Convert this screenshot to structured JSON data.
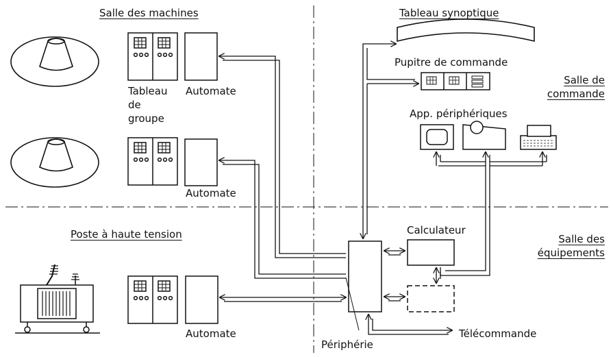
{
  "sections": {
    "salle_machines": "Salle des machines",
    "tableau_synoptique": "Tableau synoptique",
    "salle_commande_line1": "Salle de",
    "salle_commande_line2": "commande",
    "poste_haute_tension": "Poste à haute tension",
    "salle_equipements_line1": "Salle des",
    "salle_equipements_line2": "équipements"
  },
  "labels": {
    "tableau_groupe_line1": "Tableau",
    "tableau_groupe_line2": "de",
    "tableau_groupe_line3": "groupe",
    "automate_1": "Automate",
    "automate_2": "Automate",
    "automate_3": "Automate",
    "pupitre": "Pupitre de commande",
    "app_peripheriques": "App. périphériques",
    "calculateur": "Calculateur",
    "peripherie": "Périphérie",
    "telecommande": "Télécommande"
  }
}
